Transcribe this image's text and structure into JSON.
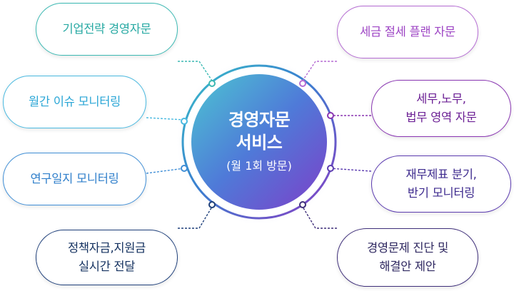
{
  "center": {
    "title_line1": "경영자문",
    "title_line2": "서비스",
    "subtitle": "(월 1회 방문)"
  },
  "left_items": [
    {
      "lines": [
        "기업전략 경영자문"
      ],
      "color": "#27a9a3"
    },
    {
      "lines": [
        "월간 이슈 모니터링"
      ],
      "color": "#2aa6d6"
    },
    {
      "lines": [
        "연구일지 모니터링"
      ],
      "color": "#2f7fcb"
    },
    {
      "lines": [
        "정책자금,지원금",
        "실시간 전달"
      ],
      "color": "#13305f"
    }
  ],
  "right_items": [
    {
      "lines": [
        "세금 절세 플랜 자문"
      ],
      "color": "#9d44c4"
    },
    {
      "lines": [
        "세무,노무,",
        "법무 영역 자문"
      ],
      "color": "#6c2095"
    },
    {
      "lines": [
        "재무제표 분기,",
        "반기 모니터링"
      ],
      "color": "#3d2a8e"
    },
    {
      "lines": [
        "경영문제 진단 및",
        "해결안 제안"
      ],
      "color": "#2e2760"
    }
  ]
}
